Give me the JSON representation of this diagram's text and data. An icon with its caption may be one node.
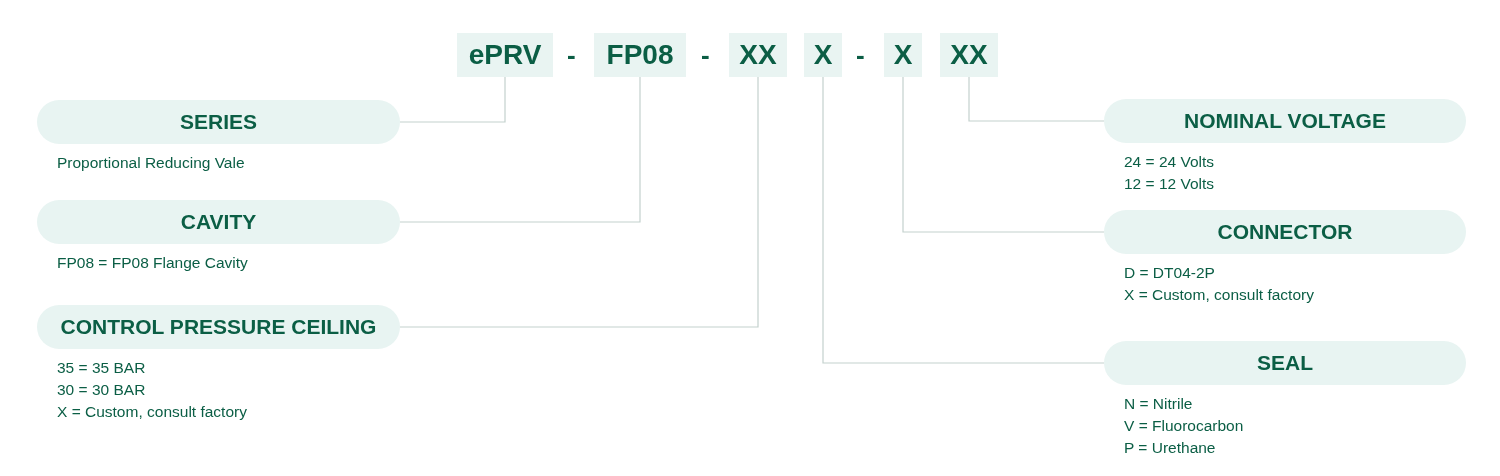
{
  "diagram": {
    "nodes": [
      {
        "text": [
          "ePRV"
        ]
      },
      {
        "text": [
          "FP08"
        ]
      },
      {
        "text": [
          "XX"
        ]
      },
      {
        "text": [
          "X"
        ]
      },
      {
        "text": [
          "X"
        ]
      },
      {
        "text": [
          "XX"
        ]
      },
      {
        "text": [
          "SERIES"
        ],
        "beside": [
          "Proportional Reducing Vale"
        ]
      },
      {
        "text": [
          "CAVITY"
        ],
        "beside": [
          "FP08 = FP08 Flange Cavity"
        ]
      },
      {
        "text": [
          "CONTROL PRESSURE CEILING"
        ],
        "beside": [
          "35 = 35 BAR",
          "30 = 30 BAR",
          "X = Custom, consult factory"
        ]
      },
      {
        "text": [
          "NOMINAL VOLTAGE"
        ],
        "beside": [
          "24 = 24 Volts",
          "12 = 12 Volts"
        ]
      },
      {
        "text": [
          "CONNECTOR"
        ],
        "beside": [
          "D = DT04-2P",
          "X = Custom, consult factory"
        ]
      },
      {
        "text": [
          "SEAL"
        ],
        "beside": [
          "N = Nitrile",
          "V = Fluorocarbon",
          "P = Urethane"
        ]
      }
    ],
    "edges": [
      {
        "from": 0,
        "to": 6,
        "arrow": "none"
      },
      {
        "from": 1,
        "to": 7,
        "arrow": "none"
      },
      {
        "from": 2,
        "to": 8,
        "arrow": "none"
      },
      {
        "from": 5,
        "to": 9,
        "arrow": "none"
      },
      {
        "from": 4,
        "to": 10,
        "arrow": "none"
      },
      {
        "from": 3,
        "to": 11,
        "arrow": "none"
      }
    ],
    "labels": [
      "-",
      "-",
      "-"
    ]
  }
}
